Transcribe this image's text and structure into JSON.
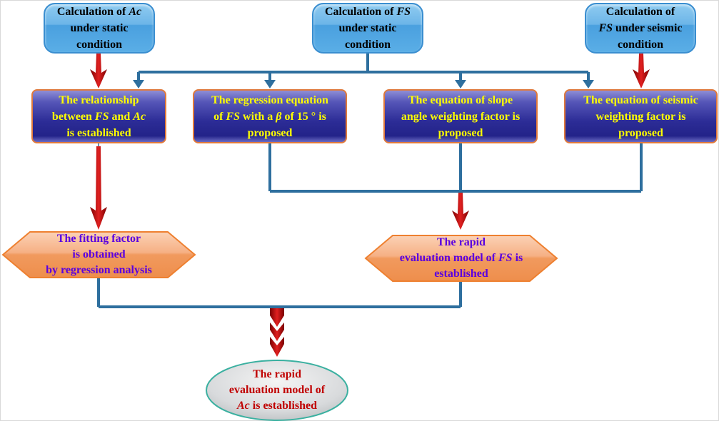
{
  "diagram": {
    "type": "flowchart",
    "top_nodes": [
      {
        "id": "calc-ac-static",
        "parts": [
          [
            "Calculation of ",
            false
          ],
          [
            "Ac",
            true
          ],
          [
            "",
            false
          ]
        ],
        "lines": [
          "Calculation of Ac",
          "under static",
          "condition"
        ]
      },
      {
        "id": "calc-fs-static",
        "lines": [
          "Calculation of FS",
          "under static",
          "condition"
        ]
      },
      {
        "id": "calc-fs-seismic",
        "lines": [
          "Calculation of",
          "FS under seismic",
          "condition"
        ]
      }
    ],
    "mid_nodes": [
      {
        "id": "relationship",
        "lines": [
          "The relationship",
          "between FS and Ac",
          "is established"
        ]
      },
      {
        "id": "regression-eq",
        "lines": [
          "The regression equation",
          "of FS with a β of 15 ° is",
          "proposed"
        ]
      },
      {
        "id": "slope-weight",
        "lines": [
          "The equation of slope",
          "angle weighting factor is",
          "proposed"
        ]
      },
      {
        "id": "seismic-weight",
        "lines": [
          "The equation of seismic",
          "weighting factor  is",
          "proposed"
        ]
      }
    ],
    "hex_nodes": [
      {
        "id": "fitting-factor",
        "lines": [
          "The fitting factor",
          "is obtained",
          "by regression analysis"
        ]
      },
      {
        "id": "rapid-fs",
        "lines": [
          "The  rapid",
          "evaluation model of FS is",
          "established"
        ]
      }
    ],
    "final_node": {
      "id": "rapid-ac",
      "lines": [
        "The  rapid",
        "evaluation model of",
        "Ac is established"
      ]
    },
    "colors": {
      "connector": "#2e6f9e",
      "arrow_red": "#c00000",
      "top_fill": "#5aaee6",
      "mid_fill": "#2c2c96",
      "mid_text": "#ffff00",
      "hex_fill": "#f29a5e",
      "hex_text": "#5a00e0",
      "final_text": "#c00000"
    }
  }
}
